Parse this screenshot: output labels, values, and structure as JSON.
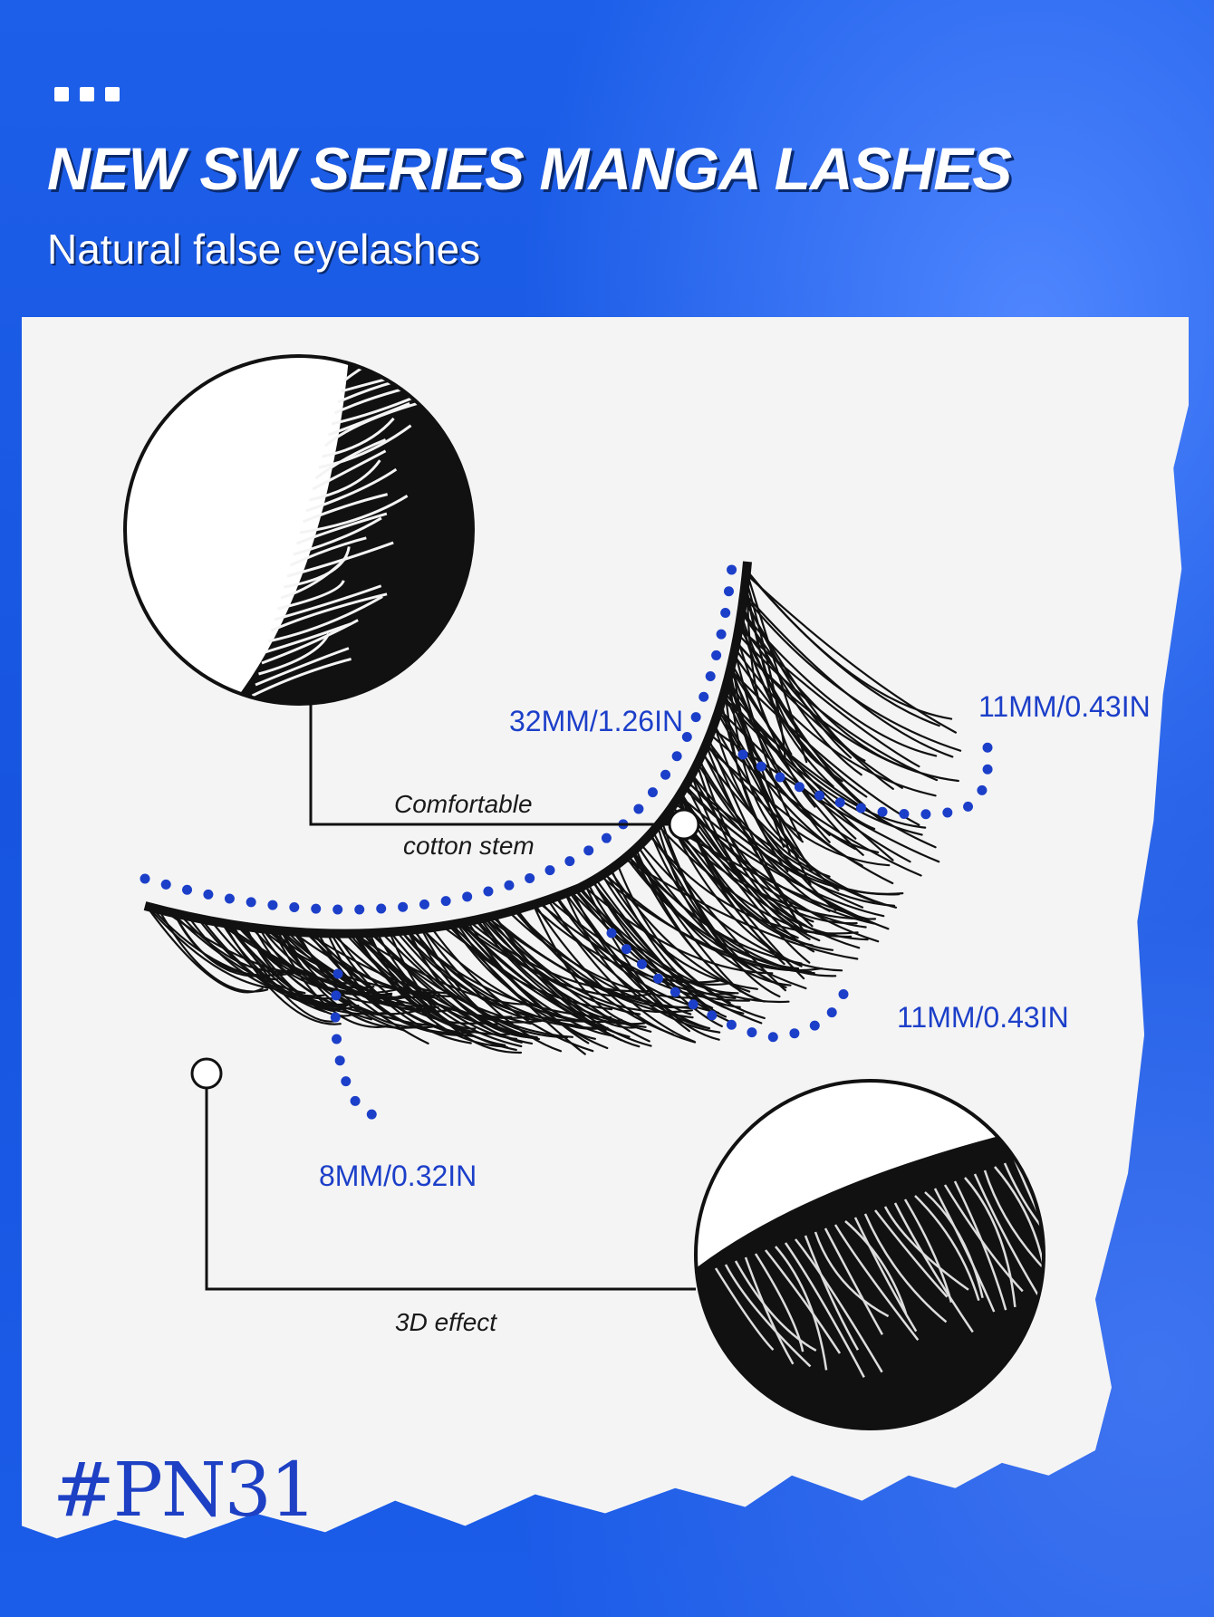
{
  "header": {
    "title": "NEW SW SERIES MANGA  LASHES",
    "subtitle": "Natural false eyelashes"
  },
  "measurements": {
    "band_length": "32MM/1.26IN",
    "outer_length": "11MM/0.43IN",
    "middle_length": "11MM/0.43IN",
    "inner_length": "8MM/0.32IN"
  },
  "callouts": {
    "stem_line1": "Comfortable",
    "stem_line2": "cotton stem",
    "effect": "3D effect"
  },
  "product_code": "#PN31",
  "colors": {
    "background": "#1d5fe9",
    "accent": "#1c3fc9",
    "paper": "#f4f4f4"
  }
}
